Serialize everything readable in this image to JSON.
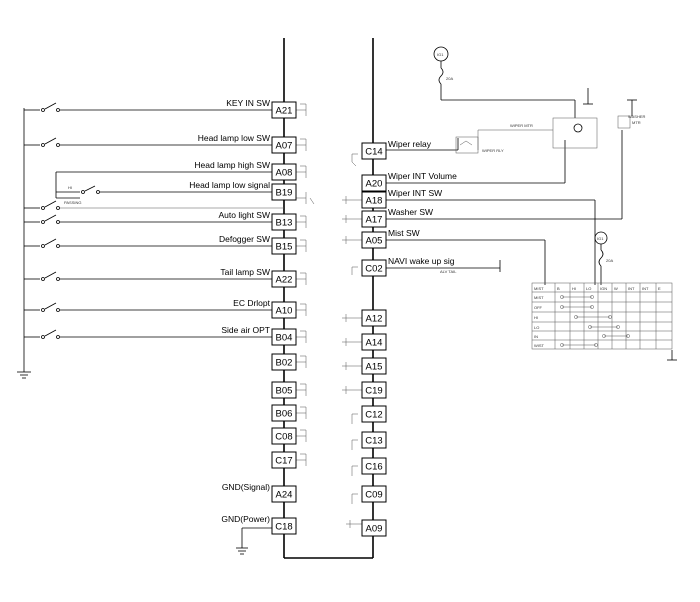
{
  "left_pins": [
    {
      "pin": "A21",
      "label": "KEY IN SW"
    },
    {
      "pin": "A07",
      "label": "Head lamp low SW"
    },
    {
      "pin": "A08",
      "label": "Head lamp high SW"
    },
    {
      "pin": "B19",
      "label": "Head lamp low signal"
    },
    {
      "pin": "B13",
      "label": "Auto light SW"
    },
    {
      "pin": "B15",
      "label": "Defogger SW"
    },
    {
      "pin": "A22",
      "label": "Tail lamp SW"
    },
    {
      "pin": "A10",
      "label": "EC Drlopt"
    },
    {
      "pin": "B04",
      "label": "Side air OPT"
    },
    {
      "pin": "B02",
      "label": ""
    },
    {
      "pin": "B05",
      "label": ""
    },
    {
      "pin": "B06",
      "label": ""
    },
    {
      "pin": "C08",
      "label": ""
    },
    {
      "pin": "C17",
      "label": ""
    },
    {
      "pin": "A24",
      "label": "GND(Signal)"
    },
    {
      "pin": "C18",
      "label": "GND(Power)"
    }
  ],
  "right_pins": [
    {
      "pin": "C14",
      "label": "Wiper relay"
    },
    {
      "pin": "A20",
      "label": "Wiper INT Volume"
    },
    {
      "pin": "A18",
      "label": "Wiper INT SW"
    },
    {
      "pin": "A17",
      "label": "Washer SW"
    },
    {
      "pin": "A05",
      "label": "Mist SW"
    },
    {
      "pin": "C02",
      "label": "NAVI wake up sig"
    },
    {
      "pin": "A12",
      "label": ""
    },
    {
      "pin": "A14",
      "label": ""
    },
    {
      "pin": "A15",
      "label": ""
    },
    {
      "pin": "C19",
      "label": ""
    },
    {
      "pin": "C12",
      "label": ""
    },
    {
      "pin": "C13",
      "label": ""
    },
    {
      "pin": "C16",
      "label": ""
    },
    {
      "pin": "C09",
      "label": ""
    },
    {
      "pin": "A09",
      "label": ""
    }
  ],
  "small_text": {
    "hi": "HI",
    "passing": "PASSING",
    "acc_tail": "ALV TAIL",
    "ign1": "IG1",
    "ign2": "IG1",
    "fuse1": "20A",
    "fuse2": "20A",
    "wiper_motor": "WIPER MTR",
    "wiper_relay": "WIPER RLY",
    "washer_motor_1": "WASHER",
    "washer_motor_2": "MTR"
  },
  "switch_table": {
    "headers": [
      "MIST",
      "B",
      "HI",
      "LO",
      "IGN",
      "W",
      "INT",
      "INT",
      "E"
    ],
    "rows": [
      "MIST",
      "OFF",
      "HI",
      "LO",
      "IN",
      "WIST",
      ""
    ]
  }
}
